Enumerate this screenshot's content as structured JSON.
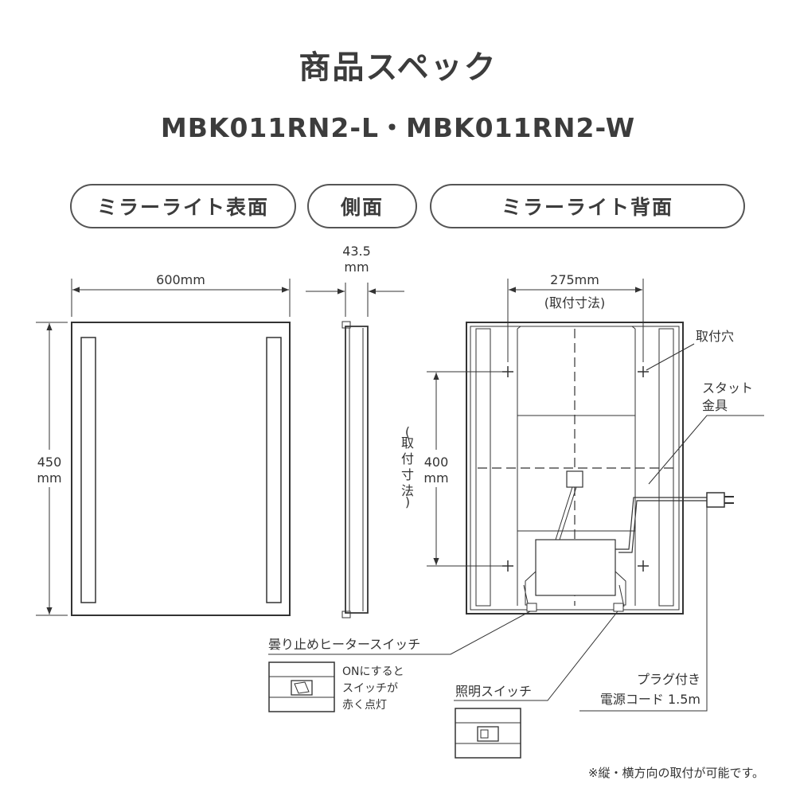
{
  "header": {
    "title": "商品スペック",
    "model": "MBK011RN2-L・MBK011RN2-W"
  },
  "views": {
    "front": "ミラーライト表面",
    "side": "側面",
    "back": "ミラーライト背面"
  },
  "dimensions": {
    "width": "600mm",
    "height_value": "450",
    "height_unit": "mm",
    "depth_value": "43.5",
    "depth_unit": "mm",
    "mount_width": "275mm",
    "mount_width_note": "(取付寸法)",
    "mount_height_value": "400",
    "mount_height_unit": "mm",
    "mount_height_note": [
      "(",
      "取",
      "付",
      "寸",
      "法",
      ")"
    ]
  },
  "callouts": {
    "mount_hole": "取付穴",
    "stud_line1": "スタット",
    "stud_line2": "金具",
    "heater_switch": "曇り止めヒータースイッチ",
    "heater_note": [
      "ONにすると",
      "スイッチが",
      "赤く点灯"
    ],
    "light_switch": "照明スイッチ",
    "cord_line1": "プラグ付き",
    "cord_line2": "電源コード 1.5m"
  },
  "footnote": "※縦・横方向の取付が可能です。"
}
